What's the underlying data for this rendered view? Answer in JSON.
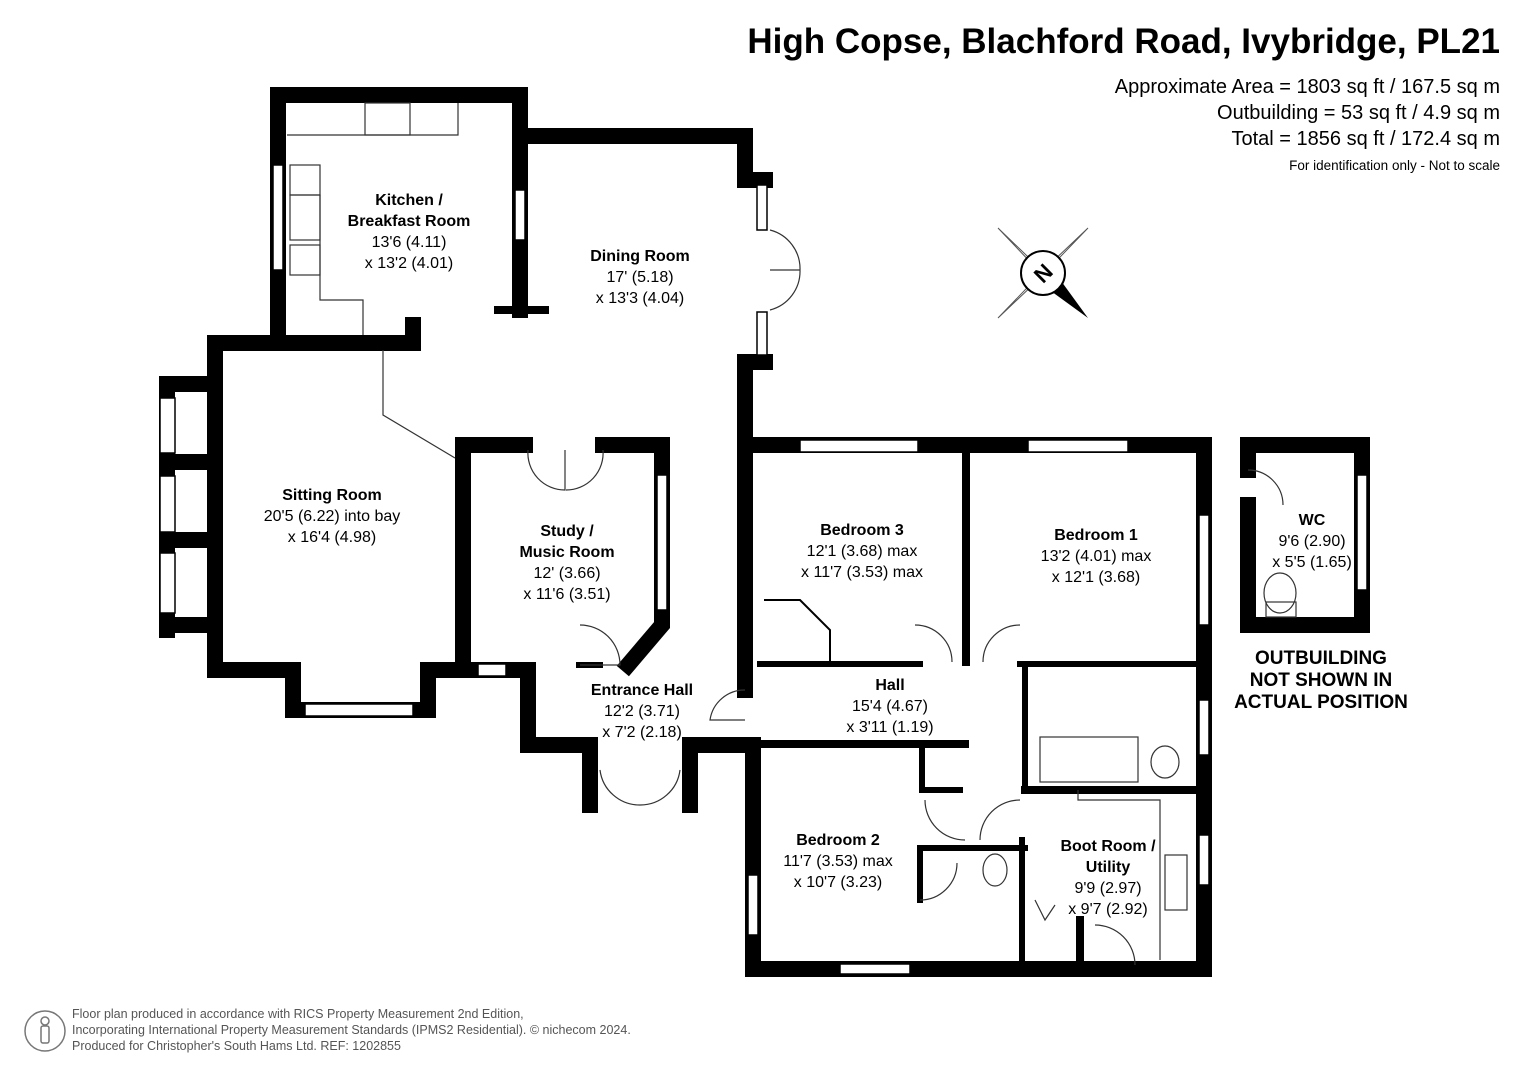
{
  "header": {
    "title": "High Copse, Blachford Road, Ivybridge, PL21",
    "areas": [
      "Approximate Area = 1803 sq ft / 167.5 sq m",
      "Outbuilding = 53 sq ft / 4.9 sq m",
      "Total = 1856 sq ft / 172.4 sq m"
    ],
    "note": "For identification only - Not to scale"
  },
  "rooms": {
    "kitchen": {
      "name": "Kitchen /",
      "name2": "Breakfast Room",
      "d1": "13'6 (4.11)",
      "d2": "x 13'2 (4.01)"
    },
    "dining": {
      "name": "Dining Room",
      "d1": "17' (5.18)",
      "d2": "x 13'3 (4.04)"
    },
    "sitting": {
      "name": "Sitting Room",
      "d1": "20'5 (6.22) into bay",
      "d2": "x 16'4 (4.98)"
    },
    "study": {
      "name": "Study /",
      "name2": "Music Room",
      "d1": "12' (3.66)",
      "d2": "x 11'6 (3.51)"
    },
    "entrance": {
      "name": "Entrance Hall",
      "d1": "12'2 (3.71)",
      "d2": "x 7'2 (2.18)"
    },
    "bedroom3": {
      "name": "Bedroom 3",
      "d1": "12'1 (3.68) max",
      "d2": "x 11'7 (3.53) max"
    },
    "bedroom1": {
      "name": "Bedroom 1",
      "d1": "13'2 (4.01) max",
      "d2": "x 12'1 (3.68)"
    },
    "hall": {
      "name": "Hall",
      "d1": "15'4 (4.67)",
      "d2": "x 3'11 (1.19)"
    },
    "bedroom2": {
      "name": "Bedroom 2",
      "d1": "11'7 (3.53) max",
      "d2": "x 10'7 (3.23)"
    },
    "boot": {
      "name": "Boot Room /",
      "name2": "Utility",
      "d1": "9'9 (2.97)",
      "d2": "x 9'7 (2.92)"
    },
    "wc": {
      "name": "WC",
      "d1": "9'6 (2.90)",
      "d2": "x 5'5 (1.65)"
    }
  },
  "outbuilding_note": [
    "OUTBUILDING",
    "NOT SHOWN IN",
    "ACTUAL POSITION"
  ],
  "compass": {
    "label": "N",
    "icon": "compass-rose-icon"
  },
  "footer": {
    "lines": [
      "Floor plan produced in accordance with RICS Property Measurement 2nd Edition,",
      "Incorporating International Property Measurement Standards (IPMS2 Residential).   © nichecom 2024.",
      "Produced for Christopher's South Hams Ltd.   REF: 1202855"
    ],
    "icon": "person-icon"
  }
}
